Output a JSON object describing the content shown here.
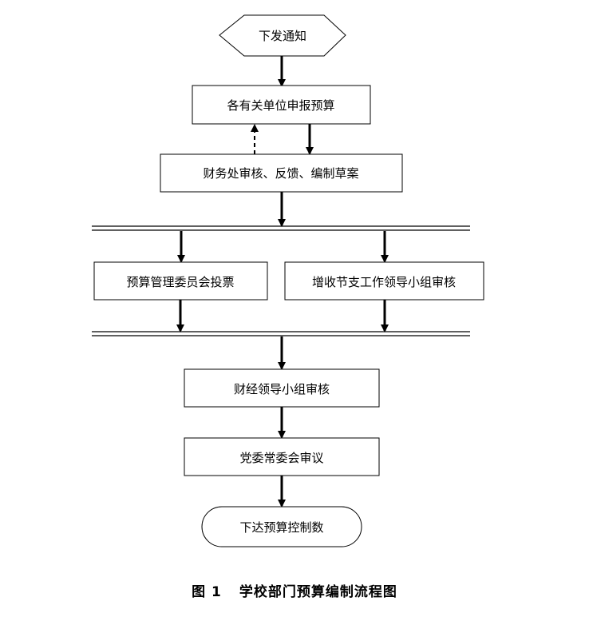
{
  "diagram": {
    "nodes": {
      "start": {
        "label": "下发通知",
        "shape": "hexagon"
      },
      "report": {
        "label": "各有关单位申报预算",
        "shape": "rectangle"
      },
      "finance": {
        "label": "财务处审核、反馈、编制草案",
        "shape": "rectangle"
      },
      "committee": {
        "label": "预算管理委员会投票",
        "shape": "rectangle"
      },
      "savings": {
        "label": "增收节支工作领导小组审核",
        "shape": "rectangle"
      },
      "finlead": {
        "label": "财经领导小组审核",
        "shape": "rectangle"
      },
      "party": {
        "label": "党委常委会审议",
        "shape": "rectangle"
      },
      "end": {
        "label": "下达预算控制数",
        "shape": "rounded-terminator"
      }
    },
    "edges": [
      {
        "from": "start",
        "to": "report",
        "style": "solid"
      },
      {
        "from": "report",
        "to": "finance",
        "style": "solid"
      },
      {
        "from": "finance",
        "to": "report",
        "style": "dashed",
        "meaning": "feedback"
      },
      {
        "from": "finance",
        "to": "fork-bar",
        "style": "solid"
      },
      {
        "from": "fork-bar",
        "to": "committee",
        "style": "solid"
      },
      {
        "from": "fork-bar",
        "to": "savings",
        "style": "solid"
      },
      {
        "from": "committee",
        "to": "join-bar",
        "style": "solid"
      },
      {
        "from": "savings",
        "to": "join-bar",
        "style": "solid"
      },
      {
        "from": "join-bar",
        "to": "finlead",
        "style": "solid"
      },
      {
        "from": "finlead",
        "to": "party",
        "style": "solid"
      },
      {
        "from": "party",
        "to": "end",
        "style": "solid"
      }
    ],
    "caption": {
      "figure_number": "图 1",
      "title": "学校部门预算编制流程图"
    }
  }
}
